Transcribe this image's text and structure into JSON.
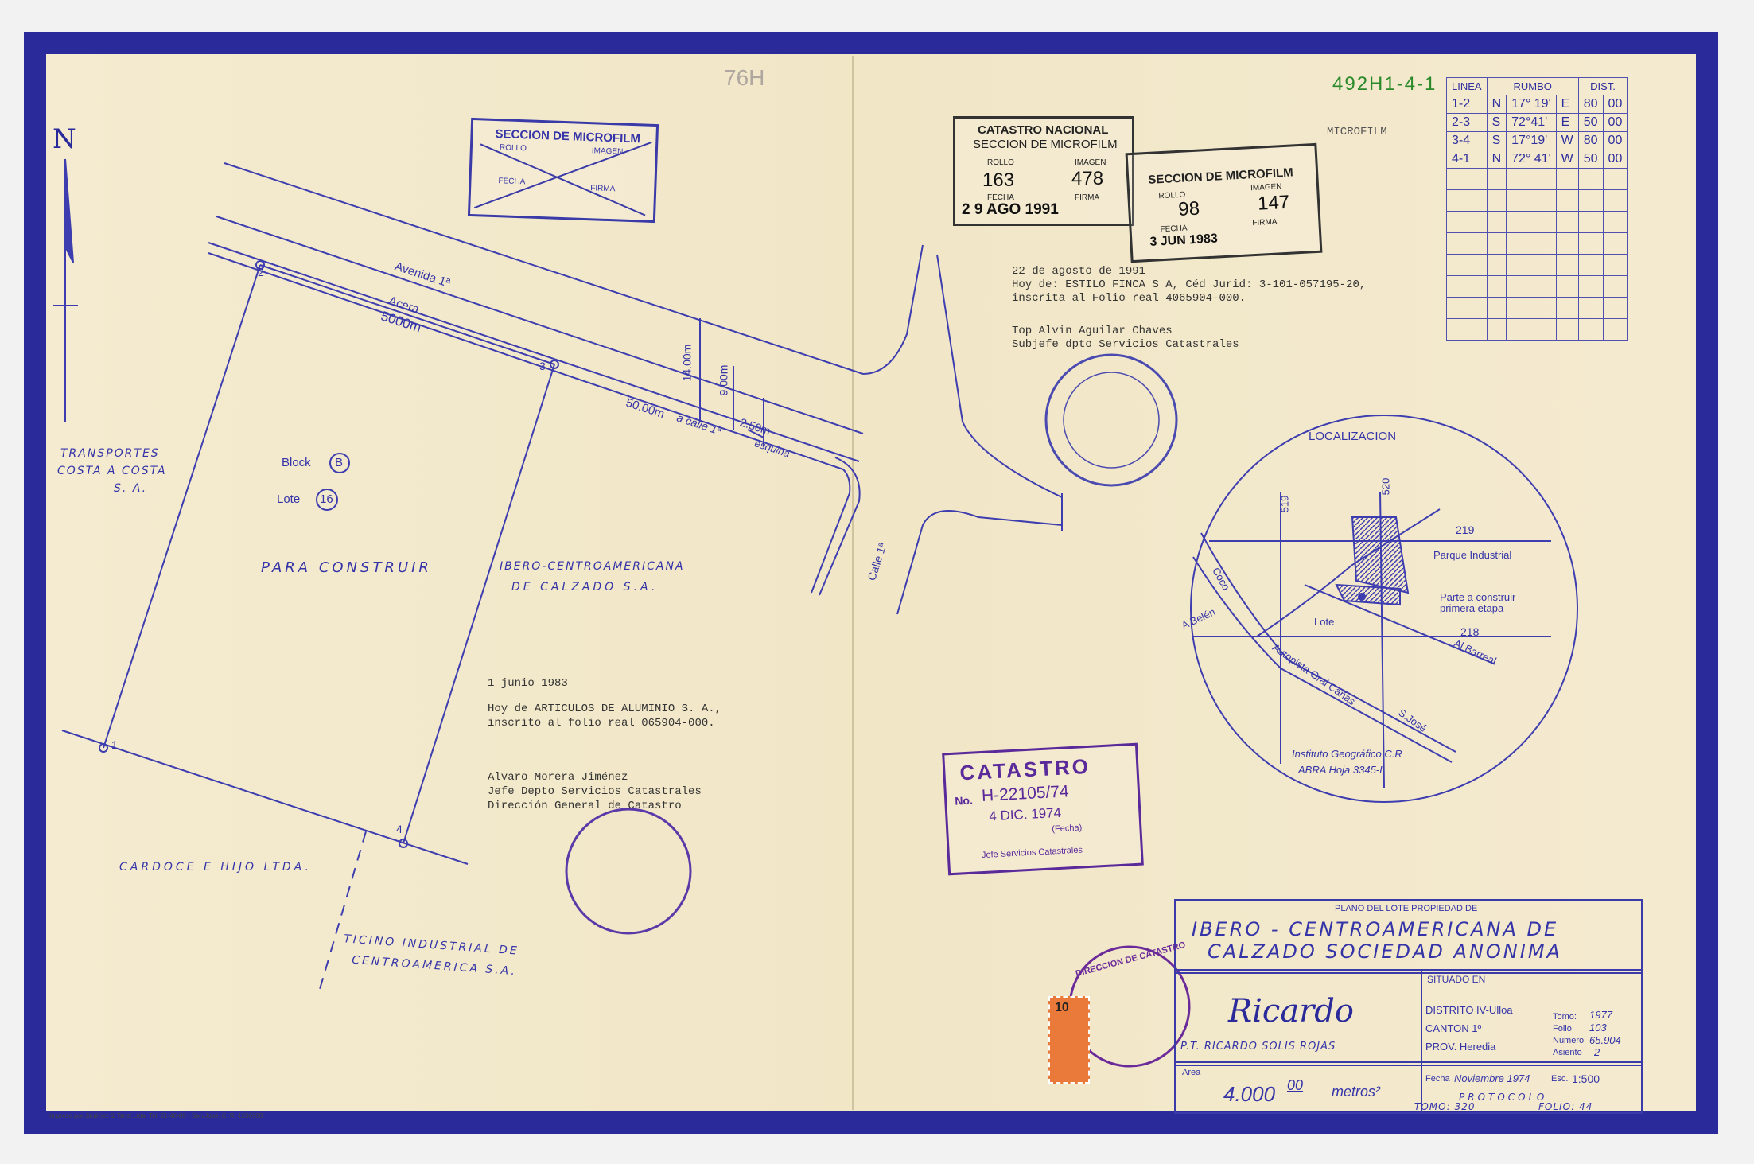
{
  "header": {
    "sheet_code": "492H1-4-1",
    "top_pencil": "76H",
    "microfilm_label": "MICROFILM",
    "north": "N"
  },
  "rumbo_table": {
    "headers": [
      "LINEA",
      "RUMBO",
      "DIST."
    ],
    "rows": [
      {
        "linea": "1-2",
        "dir": "N",
        "angle": "17° 19'",
        "ew": "E",
        "dist": "80",
        "dec": "00"
      },
      {
        "linea": "2-3",
        "dir": "S",
        "angle": "72°41'",
        "ew": "E",
        "dist": "50",
        "dec": "00"
      },
      {
        "linea": "3-4",
        "dir": "S",
        "angle": "17°19'",
        "ew": "W",
        "dist": "80",
        "dec": "00"
      },
      {
        "linea": "4-1",
        "dir": "N",
        "angle": "72° 41'",
        "ew": "W",
        "dist": "50",
        "dec": "00"
      }
    ]
  },
  "stamps": {
    "microfilm_1": {
      "title": "SECCION DE MICROFILM",
      "rollo": "ROLLO",
      "imagen": "IMAGEN",
      "fecha": "FECHA",
      "firma": "FIRMA"
    },
    "catastro_nacional": {
      "title1": "CATASTRO NACIONAL",
      "title2": "SECCION DE MICROFILM",
      "rollo": "ROLLO",
      "rollo_val": "163",
      "imagen": "IMAGEN",
      "imagen_val": "478",
      "fecha": "FECHA",
      "fecha_val": "2 9 AGO 1991",
      "firma": "FIRMA"
    },
    "microfilm_2": {
      "title": "SECCION DE MICROFILM",
      "rollo": "ROLLO",
      "rollo_val": "98",
      "imagen": "IMAGEN",
      "imagen_val": "147",
      "fecha": "FECHA",
      "fecha_val": "3 JUN 1983",
      "firma": "FIRMA"
    },
    "catastro": {
      "title": "CATASTRO",
      "no_label": "No.",
      "no_val": "H-22105/74",
      "date": "4 DIC. 1974",
      "fecha": "(Fecha)",
      "jefe": "Jefe Servicios Catastrales"
    },
    "direccion": "DIRECCION DE CATASTRO",
    "timbre": "10"
  },
  "annotation_1991": {
    "date": "22 de agosto de 1991",
    "line1": "Hoy de:  ESTILO FINCA S A, Céd Jurid: 3-101-057195-20,",
    "line2": "inscrita al Folio real 4065904-000.",
    "sign1": "Top Alvin Aguilar Chaves",
    "sign2": "Subjefe dpto Servicios Catastrales"
  },
  "annotation_1983": {
    "date": "1 junio 1983",
    "line1": "Hoy de ARTICULOS DE ALUMINIO S. A.,",
    "line2": "inscrito al folio real 065904-000.",
    "sign1": "Alvaro Morera Jiménez",
    "sign2": "Jefe Depto Servicios Catastrales",
    "sign3": "Dirección General de Catastro"
  },
  "plan": {
    "avenida": "Avenida 1ª",
    "acera": "Acera",
    "acera_dist": "5000m",
    "dist_1400": "14.00m",
    "dist_900": "9.00m",
    "dist_5000": "50.00m",
    "a_calle": "a calle 1ª",
    "dist_250": "2.50m",
    "esquina": "esquina",
    "calle": "Calle 1ª",
    "block_label": "Block",
    "block_val": "B",
    "lote_label": "Lote",
    "lote_val": "16",
    "para_construir": "PARA CONSTRUIR",
    "owner_line1": "IBERO-CENTROAMERICANA",
    "owner_line2": "DE CALZADO  S.A.",
    "neighbor_w1": "TRANSPORTES",
    "neighbor_w2": "COSTA A COSTA",
    "neighbor_w3": "S. A.",
    "neighbor_s": "CARDOCE  E  HIJO  LTDA.",
    "neighbor_se1": "TICINO INDUSTRIAL DE",
    "neighbor_se2": "CENTROAMERICA  S.A.",
    "v1": "1",
    "v2": "2",
    "v3": "3",
    "v4": "4"
  },
  "localizacion": {
    "title": "LOCALIZACION",
    "n519": "519",
    "n520": "520",
    "n219": "219",
    "n218": "218",
    "parque": "Parque Industrial",
    "parte1": "Parte a construir",
    "parte2": "primera etapa",
    "lote": "Lote",
    "coco": "Coco",
    "belen": "A Belén",
    "barreal": "Al Barreal",
    "autopista": "Autopista Gral Cañas",
    "sjose": "S.José",
    "instituto": "Instituto Geográfico C.R",
    "abra": "ABRA Hoja 3345-I"
  },
  "title_block": {
    "plano": "PLANO DEL LOTE PROPIEDAD DE",
    "owner1": "IBERO - CENTROAMERICANA  DE",
    "owner2": "CALZADO  SOCIEDAD  ANONIMA",
    "situado": "SITUADO EN",
    "distrito": "DISTRITO IV-Ulloa",
    "canton": "CANTON 1º",
    "prov": "PROV. Heredia",
    "tomo_l": "Tomo:",
    "tomo_v": "1977",
    "folio_l": "Folio",
    "folio_v": "103",
    "numero_l": "Número",
    "numero_v": "65.904",
    "asiento_l": "Asiento",
    "asiento_v": "2",
    "signer": "P.T. RICARDO SOLIS ROJAS",
    "signature": "Ricardo",
    "area_l": "Area",
    "area_v": "4.000",
    "area_dec": "00",
    "area_unit": "metros²",
    "fecha_l": "Fecha",
    "fecha_v": "Noviembre 1974",
    "esc_l": "Esc.",
    "esc_v": "1:500",
    "protocolo": "PROTOCOLO",
    "tomo2": "TOMO: 320",
    "folio2": "FOLIO: 44"
  },
  "footer": {
    "printer": "Impreso por Jiménez & Tanzi Ltda. Tel. 21-46-80 - San José, C. R. 1236968"
  }
}
